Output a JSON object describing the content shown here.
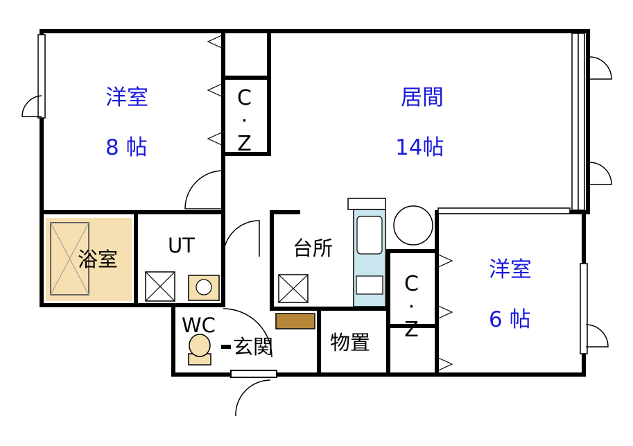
{
  "rooms": {
    "western_8": {
      "name": "洋室",
      "size": "8 帖"
    },
    "living": {
      "name": "居間",
      "size": "14帖"
    },
    "western_6": {
      "name": "洋室",
      "size": "6 帖"
    },
    "bath": "浴室",
    "utility": "UT",
    "kitchen": "台所",
    "toilet": "WC",
    "entrance": "玄関",
    "storage": "物置",
    "closet_left": "C·Z",
    "closet_right": "C·Z"
  },
  "colors": {
    "room_text": "#1a1adc",
    "wall": "#000000",
    "bath_floor": "#f6dfb0",
    "kitchen_counter": "#c9e6ee",
    "shoe_box": "#b8863a",
    "toilet": "#f6dfb0"
  }
}
